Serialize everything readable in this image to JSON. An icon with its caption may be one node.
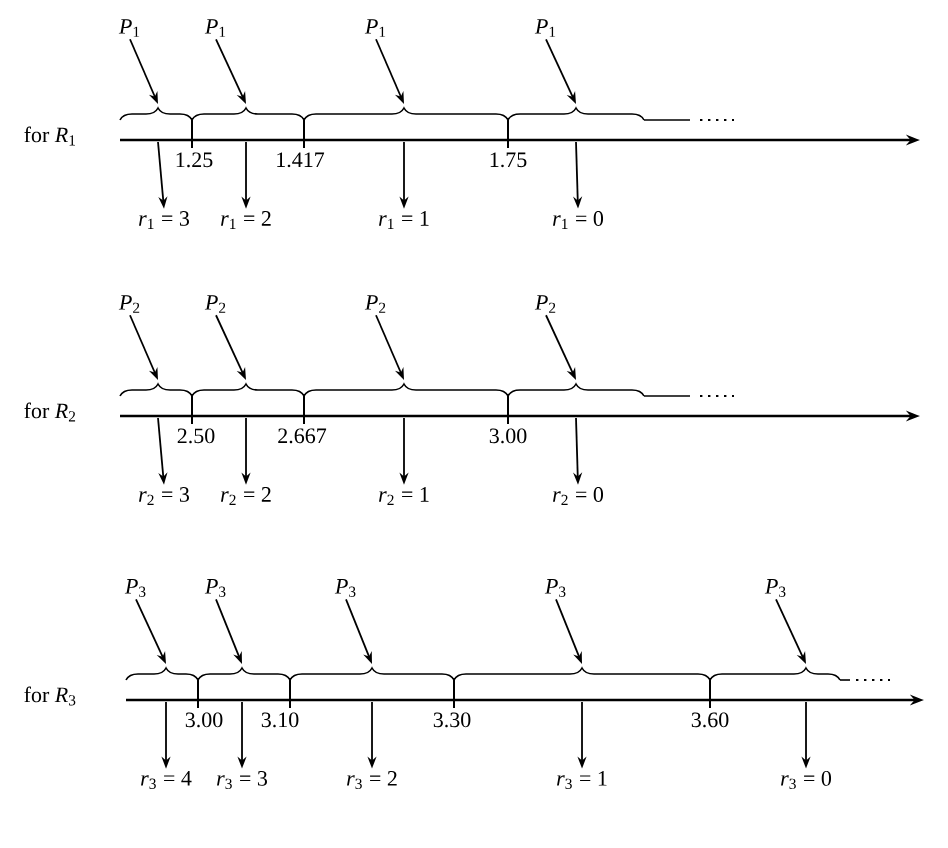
{
  "diagram": {
    "nodes": [
      {
        "text": [
          "*P*$_{1}$"
        ]
      },
      {
        "text": [
          "*P*$_{1}$"
        ]
      },
      {
        "text": [
          "*P*$_{1}$"
        ]
      },
      {
        "text": [
          "*P*$_{1}$"
        ]
      },
      {
        "text": [
          "*r*$_{1}$ = 3"
        ]
      },
      {
        "text": [
          "*r*$_{1}$ = 2"
        ]
      },
      {
        "text": [
          "*r*$_{1}$ = 1"
        ]
      },
      {
        "text": [
          "*r*$_{1}$ = 0"
        ]
      },
      {
        "text": [
          "*P*$_{2}$"
        ]
      },
      {
        "text": [
          "*P*$_{2}$"
        ]
      },
      {
        "text": [
          "*P*$_{2}$"
        ]
      },
      {
        "text": [
          "*P*$_{2}$"
        ]
      },
      {
        "text": [
          "*r*$_{2}$ = 3"
        ]
      },
      {
        "text": [
          "*r*$_{2}$ = 2"
        ]
      },
      {
        "text": [
          "*r*$_{2}$ = 1"
        ]
      },
      {
        "text": [
          "*r*$_{2}$ = 0"
        ]
      },
      {
        "text": [
          "*P*$_{3}$"
        ]
      },
      {
        "text": [
          "*P*$_{3}$"
        ]
      },
      {
        "text": [
          "*P*$_{3}$"
        ]
      },
      {
        "text": [
          "*P*$_{3}$"
        ]
      },
      {
        "text": [
          "*P*$_{3}$"
        ]
      },
      {
        "text": [
          "*r*$_{3}$ = 4"
        ]
      },
      {
        "text": [
          "*r*$_{3}$ = 3"
        ]
      },
      {
        "text": [
          "*r*$_{3}$ = 2"
        ]
      },
      {
        "text": [
          "*r*$_{3}$ = 1"
        ]
      },
      {
        "text": [
          "*r*$_{3}$ = 0"
        ]
      }
    ],
    "edges": [
      {
        "from": 0,
        "to": null,
        "arrow": "to"
      },
      {
        "from": 1,
        "to": null,
        "arrow": "to"
      },
      {
        "from": 2,
        "to": null,
        "arrow": "to"
      },
      {
        "from": 3,
        "to": null,
        "arrow": "to"
      },
      {
        "from": null,
        "to": 4,
        "arrow": "to"
      },
      {
        "from": null,
        "to": 5,
        "arrow": "to"
      },
      {
        "from": null,
        "to": 6,
        "arrow": "to"
      },
      {
        "from": null,
        "to": 7,
        "arrow": "to"
      },
      {
        "from": 8,
        "to": null,
        "arrow": "to"
      },
      {
        "from": 9,
        "to": null,
        "arrow": "to"
      },
      {
        "from": 10,
        "to": null,
        "arrow": "to"
      },
      {
        "from": 11,
        "to": null,
        "arrow": "to"
      },
      {
        "from": null,
        "to": 12,
        "arrow": "to"
      },
      {
        "from": null,
        "to": 13,
        "arrow": "to"
      },
      {
        "from": null,
        "to": 14,
        "arrow": "to"
      },
      {
        "from": null,
        "to": 15,
        "arrow": "to"
      },
      {
        "from": 16,
        "to": null,
        "arrow": "to"
      },
      {
        "from": 17,
        "to": null,
        "arrow": "to"
      },
      {
        "from": 18,
        "to": null,
        "arrow": "to"
      },
      {
        "from": 19,
        "to": null,
        "arrow": "to"
      },
      {
        "from": 20,
        "to": null,
        "arrow": "to"
      },
      {
        "from": null,
        "to": 21,
        "arrow": "to"
      },
      {
        "from": null,
        "to": 22,
        "arrow": "to"
      },
      {
        "from": null,
        "to": 23,
        "arrow": "to"
      },
      {
        "from": null,
        "to": 24,
        "arrow": "to"
      },
      {
        "from": null,
        "to": 25,
        "arrow": "to"
      }
    ],
    "labels": [
      "for *R*$_{1}$",
      "1.25",
      "1.417",
      "1.75",
      "for *R*$_{2}$",
      "2.50",
      "2.667",
      "3.00",
      "for *R*$_{3}$",
      "3.00",
      "3.10",
      "3.30",
      "3.60"
    ]
  }
}
